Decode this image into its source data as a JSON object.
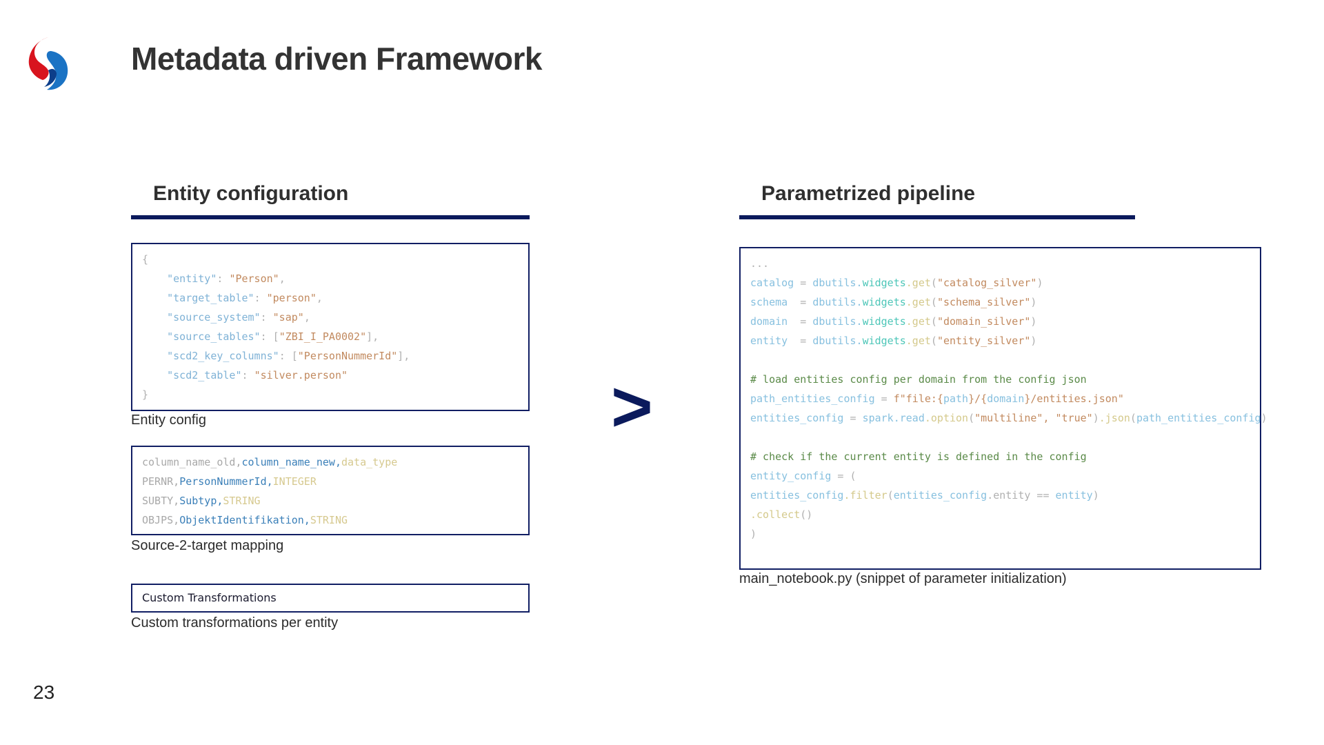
{
  "title": "Metadata driven Framework",
  "page_number": "23",
  "arrow_symbol": ">",
  "left": {
    "heading": "Entity configuration",
    "entity_config": {
      "lines": [
        [
          [
            "c-punc",
            "{"
          ]
        ],
        [
          [
            "c-key",
            "    \"entity\""
          ],
          [
            "c-punc",
            ": "
          ],
          [
            "c-str",
            "\"Person\""
          ],
          [
            "c-punc",
            ","
          ]
        ],
        [
          [
            "c-key",
            "    \"target_table\""
          ],
          [
            "c-punc",
            ": "
          ],
          [
            "c-str",
            "\"person\""
          ],
          [
            "c-punc",
            ","
          ]
        ],
        [
          [
            "c-key",
            "    \"source_system\""
          ],
          [
            "c-punc",
            ": "
          ],
          [
            "c-str",
            "\"sap\""
          ],
          [
            "c-punc",
            ","
          ]
        ],
        [
          [
            "c-key",
            "    \"source_tables\""
          ],
          [
            "c-punc",
            ": ["
          ],
          [
            "c-str",
            "\"ZBI_I_PA0002\""
          ],
          [
            "c-punc",
            "],"
          ]
        ],
        [
          [
            "c-key",
            "    \"scd2_key_columns\""
          ],
          [
            "c-punc",
            ": ["
          ],
          [
            "c-str",
            "\"PersonNummerId\""
          ],
          [
            "c-punc",
            "],"
          ]
        ],
        [
          [
            "c-key",
            "    \"scd2_table\""
          ],
          [
            "c-punc",
            ": "
          ],
          [
            "c-str",
            "\"silver.person\""
          ]
        ],
        [
          [
            "c-punc",
            "}"
          ]
        ]
      ],
      "caption": "Entity config"
    },
    "mapping": {
      "rows": [
        [
          [
            "c-gray",
            "column_name_old,"
          ],
          [
            "c-blue",
            "column_name_new,"
          ],
          [
            "c-yellow",
            "data_type"
          ]
        ],
        [
          [
            "c-gray",
            "PERNR,"
          ],
          [
            "c-blue",
            "PersonNummerId,"
          ],
          [
            "c-yellow",
            "INTEGER"
          ]
        ],
        [
          [
            "c-gray",
            "SUBTY,"
          ],
          [
            "c-blue",
            "Subtyp,"
          ],
          [
            "c-yellow",
            "STRING"
          ]
        ],
        [
          [
            "c-gray",
            "OBJPS,"
          ],
          [
            "c-blue",
            "ObjektIdentifikation,"
          ],
          [
            "c-yellow",
            "STRING"
          ]
        ]
      ],
      "caption": "Source-2-target mapping"
    },
    "custom": {
      "box_label": "Custom Transformations",
      "caption": "Custom transformations per entity"
    }
  },
  "right": {
    "heading": "Parametrized pipeline",
    "code_lines": [
      [
        [
          "c-punc",
          "..."
        ]
      ],
      [
        [
          "c-var",
          "catalog"
        ],
        [
          "c-punc",
          " = "
        ],
        [
          "c-var",
          "dbutils."
        ],
        [
          "c-obj",
          "widgets"
        ],
        [
          "c-fn",
          ".get"
        ],
        [
          "c-punc",
          "("
        ],
        [
          "c-str",
          "\"catalog_silver\""
        ],
        [
          "c-punc",
          ")"
        ]
      ],
      [
        [
          "c-var",
          "schema "
        ],
        [
          "c-punc",
          " = "
        ],
        [
          "c-var",
          "dbutils."
        ],
        [
          "c-obj",
          "widgets"
        ],
        [
          "c-fn",
          ".get"
        ],
        [
          "c-punc",
          "("
        ],
        [
          "c-str",
          "\"schema_silver\""
        ],
        [
          "c-punc",
          ")"
        ]
      ],
      [
        [
          "c-var",
          "domain "
        ],
        [
          "c-punc",
          " = "
        ],
        [
          "c-var",
          "dbutils."
        ],
        [
          "c-obj",
          "widgets"
        ],
        [
          "c-fn",
          ".get"
        ],
        [
          "c-punc",
          "("
        ],
        [
          "c-str",
          "\"domain_silver\""
        ],
        [
          "c-punc",
          ")"
        ]
      ],
      [
        [
          "c-var",
          "entity "
        ],
        [
          "c-punc",
          " = "
        ],
        [
          "c-var",
          "dbutils."
        ],
        [
          "c-obj",
          "widgets"
        ],
        [
          "c-fn",
          ".get"
        ],
        [
          "c-punc",
          "("
        ],
        [
          "c-str",
          "\"entity_silver\""
        ],
        [
          "c-punc",
          ")"
        ]
      ],
      [
        [
          "c-punc",
          " "
        ]
      ],
      [
        [
          "c-comment",
          "# load entities config per domain from the config json"
        ]
      ],
      [
        [
          "c-var",
          "path_entities_config"
        ],
        [
          "c-punc",
          " = "
        ],
        [
          "c-str",
          "f\"file:{"
        ],
        [
          "c-var",
          "path"
        ],
        [
          "c-str",
          "}/{"
        ],
        [
          "c-var",
          "domain"
        ],
        [
          "c-str",
          "}/entities.json\""
        ]
      ],
      [
        [
          "c-var",
          "entities_config"
        ],
        [
          "c-punc",
          " = "
        ],
        [
          "c-var",
          "spark.read"
        ],
        [
          "c-fn",
          ".option"
        ],
        [
          "c-punc",
          "("
        ],
        [
          "c-str",
          "\"multiline\", \"true\""
        ],
        [
          "c-punc",
          ")"
        ],
        [
          "c-fn",
          ".json"
        ],
        [
          "c-punc",
          "("
        ],
        [
          "c-var",
          "path_entities_config"
        ],
        [
          "c-punc",
          ")"
        ]
      ],
      [
        [
          "c-punc",
          " "
        ]
      ],
      [
        [
          "c-comment",
          "# check if the current entity is defined in the config"
        ]
      ],
      [
        [
          "c-var",
          "entity_config"
        ],
        [
          "c-punc",
          " = ("
        ]
      ],
      [
        [
          "c-var",
          "entities_config"
        ],
        [
          "c-fn",
          ".filter"
        ],
        [
          "c-punc",
          "("
        ],
        [
          "c-var",
          "entities_config"
        ],
        [
          "c-punc",
          ".entity == "
        ],
        [
          "c-var",
          "entity"
        ],
        [
          "c-punc",
          ")"
        ]
      ],
      [
        [
          "c-fn",
          ".collect"
        ],
        [
          "c-punc",
          "()"
        ]
      ],
      [
        [
          "c-punc",
          ")"
        ]
      ]
    ],
    "caption": "main_notebook.py (snippet of parameter initialization)"
  },
  "colors": {
    "accent_navy": "#0b1a5c",
    "box_border": "#101e63"
  }
}
